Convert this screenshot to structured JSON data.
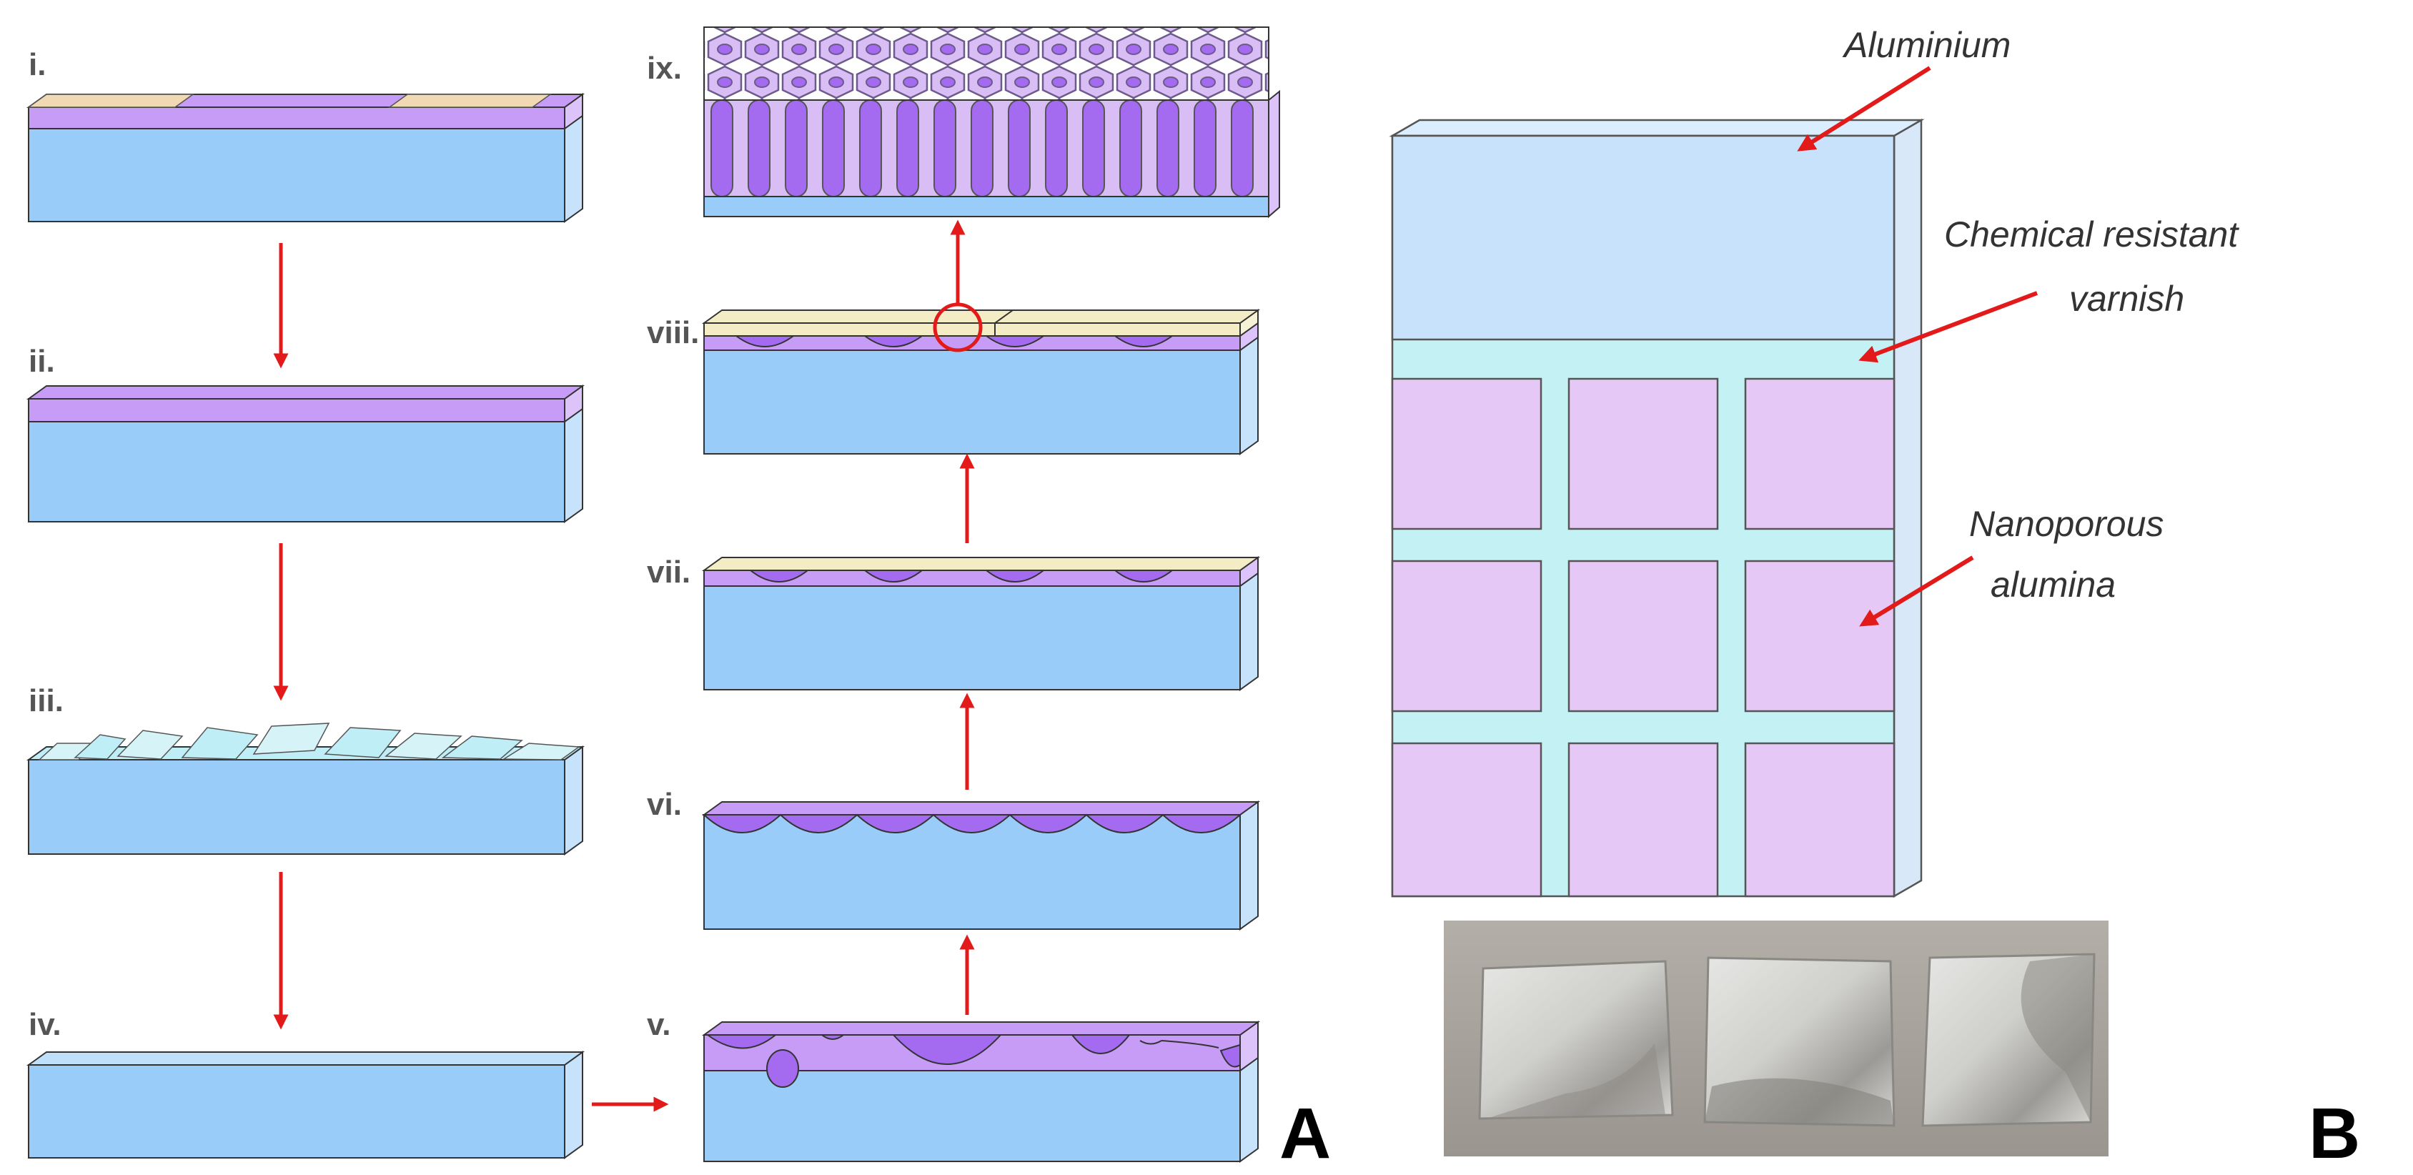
{
  "panel_a": {
    "letter": "A",
    "steps": [
      {
        "id": "i",
        "label": "i."
      },
      {
        "id": "ii",
        "label": "ii."
      },
      {
        "id": "iii",
        "label": "iii."
      },
      {
        "id": "iv",
        "label": "iv."
      },
      {
        "id": "v",
        "label": "v."
      },
      {
        "id": "vi",
        "label": "vi."
      },
      {
        "id": "vii",
        "label": "vii."
      },
      {
        "id": "viii",
        "label": "viii."
      },
      {
        "id": "ix",
        "label": "ix."
      }
    ]
  },
  "panel_b": {
    "letter": "B",
    "callouts": {
      "aluminium": "Aluminium",
      "varnish_line1": "Chemical resistant",
      "varnish_line2": "varnish",
      "alumina_line1": "Nanoporous",
      "alumina_line2": "alumina"
    }
  },
  "colors": {
    "aluminium_substrate": "#99ccf8",
    "anodic_layer": "#c79cf6",
    "pore_fill": "#a46bf0",
    "varnish": "#c4f2f4",
    "alumina_square": "#e6c8f7",
    "arrow": "#e31a1a",
    "photo_bg": "#a8a49c"
  },
  "icons": [
    "red-arrow-icon"
  ]
}
